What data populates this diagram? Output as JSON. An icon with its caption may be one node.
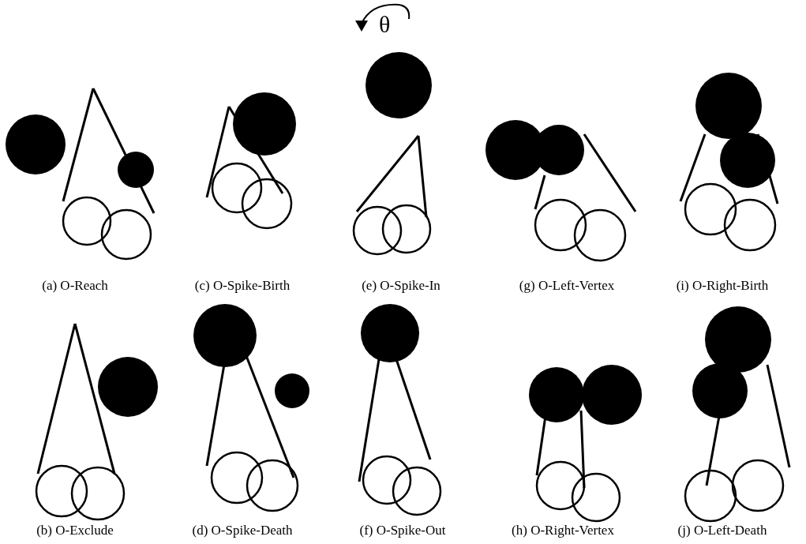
{
  "diagram": {
    "labels": [
      "θ",
      "(a) O-Reach",
      "(c) O-Spike-Birth",
      "(e) O-Spike-In",
      "(g) O-Left-Vertex",
      "(i) O-Right-Birth",
      "(b) O-Exclude",
      "(d) O-Spike-Death",
      "(f) O-Spike-Out",
      "(h) O-Right-Vertex",
      "(j) O-Left-Death"
    ]
  }
}
